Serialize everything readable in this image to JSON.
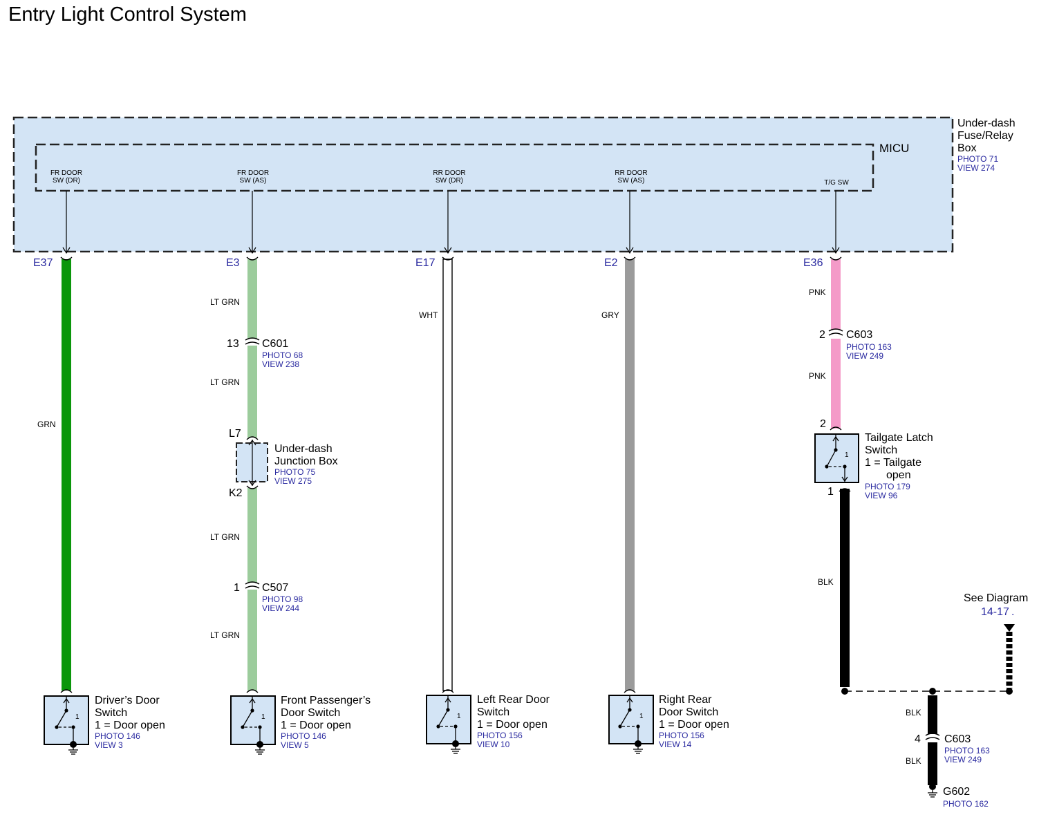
{
  "title": "Entry Light Control System",
  "fuse_box": {
    "name_lines": [
      "Under-dash",
      "Fuse/Relay",
      "Box"
    ],
    "photo": "PHOTO 71",
    "view": "VIEW 274",
    "fill": "#d3e4f5"
  },
  "micu": {
    "label": "MICU"
  },
  "micu_pins": [
    {
      "lines": [
        "FR DOOR",
        "SW (DR)"
      ],
      "terminal": "E37"
    },
    {
      "lines": [
        "FR DOOR",
        "SW (AS)"
      ],
      "terminal": "E3"
    },
    {
      "lines": [
        "RR DOOR",
        "SW (DR)"
      ],
      "terminal": "E17"
    },
    {
      "lines": [
        "RR DOOR",
        "SW (AS)"
      ],
      "terminal": "E2"
    },
    {
      "lines": [
        "T/G SW"
      ],
      "terminal": "E36"
    }
  ],
  "wire_colors": {
    "GRN": "#0a960a",
    "LT GRN": "#9ccc9c",
    "WHT": "#ffffff",
    "GRY": "#9b9b9b",
    "PNK": "#f49ac8",
    "BLK": "#000000"
  },
  "wire_labels": {
    "grn": "GRN",
    "ltgrn_1": "LT GRN",
    "ltgrn_2": "LT GRN",
    "ltgrn_3": "LT GRN",
    "ltgrn_4": "LT GRN",
    "wht": "WHT",
    "gry": "GRY",
    "pnk_1": "PNK",
    "pnk_2": "PNK",
    "blk_1": "BLK",
    "blk_2": "BLK",
    "blk_3": "BLK"
  },
  "connectors": {
    "c601": {
      "name": "C601",
      "pin": "13",
      "photo": "PHOTO 68",
      "view": "VIEW 238"
    },
    "c507": {
      "name": "C507",
      "pin": "1",
      "photo": "PHOTO 98",
      "view": "VIEW 244"
    },
    "c603_top": {
      "name": "C603",
      "pin": "2",
      "photo": "PHOTO 163",
      "view": "VIEW 249"
    },
    "c603_bottom": {
      "name": "C603",
      "pin": "4",
      "photo": "PHOTO 163",
      "view": "VIEW 249"
    }
  },
  "junction_box": {
    "lines": [
      "Under-dash",
      "Junction Box"
    ],
    "pin_in": "L7",
    "pin_out": "K2",
    "photo": "PHOTO 75",
    "view": "VIEW 275"
  },
  "switches": {
    "driver": {
      "lines": [
        "Driver’s Door",
        "Switch",
        "1 = Door open"
      ],
      "photo": "PHOTO 146",
      "view": "VIEW 3",
      "pos": "1"
    },
    "front_pass": {
      "lines": [
        "Front Passenger’s",
        "Door Switch",
        "1 = Door open"
      ],
      "photo": "PHOTO 146",
      "view": "VIEW 5",
      "pos": "1"
    },
    "left_rear": {
      "lines": [
        "Left Rear Door",
        "Switch",
        "1 = Door open"
      ],
      "photo": "PHOTO 156",
      "view": "VIEW 10",
      "pos": "1"
    },
    "right_rear": {
      "lines": [
        "Right Rear",
        "Door Switch",
        "1 = Door open"
      ],
      "photo": "PHOTO 156",
      "view": "VIEW 14",
      "pos": "1"
    },
    "tailgate": {
      "lines": [
        "Tailgate Latch",
        "Switch",
        "1 = Tailgate",
        "open"
      ],
      "photo": "PHOTO 179",
      "view": "VIEW 96",
      "pos": "1",
      "pin_top": "2",
      "pin_bottom": "1"
    }
  },
  "see_diagram": {
    "label": "See Diagram",
    "ref": "14-17",
    "punct": "."
  },
  "ground": {
    "name": "G602",
    "photo": "PHOTO 162"
  }
}
